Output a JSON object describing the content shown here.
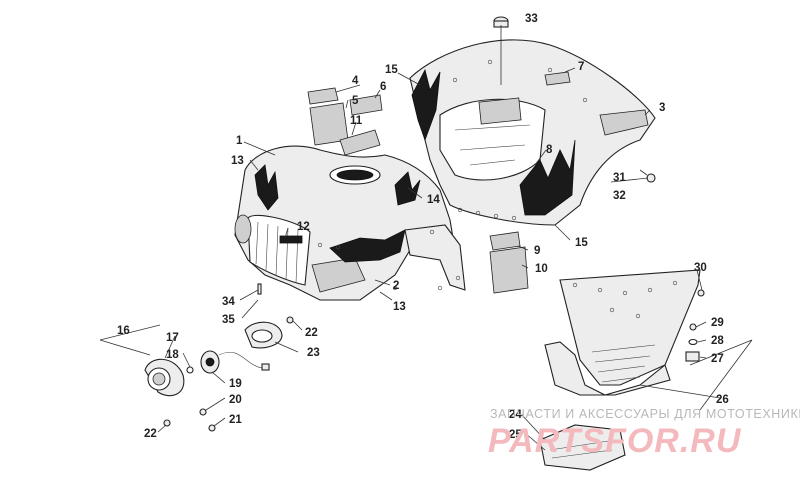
{
  "diagram": {
    "callouts": [
      {
        "id": "c33",
        "label": "33"
      },
      {
        "id": "c7",
        "label": "7"
      },
      {
        "id": "c15a",
        "label": "15"
      },
      {
        "id": "c4",
        "label": "4"
      },
      {
        "id": "c5",
        "label": "5"
      },
      {
        "id": "c6",
        "label": "6"
      },
      {
        "id": "c3",
        "label": "3"
      },
      {
        "id": "c11",
        "label": "11"
      },
      {
        "id": "c1",
        "label": "1"
      },
      {
        "id": "c13a",
        "label": "13"
      },
      {
        "id": "c8",
        "label": "8"
      },
      {
        "id": "c31",
        "label": "31"
      },
      {
        "id": "c32",
        "label": "32"
      },
      {
        "id": "c14",
        "label": "14"
      },
      {
        "id": "c12",
        "label": "12"
      },
      {
        "id": "c15b",
        "label": "15"
      },
      {
        "id": "c9",
        "label": "9"
      },
      {
        "id": "c10",
        "label": "10"
      },
      {
        "id": "c30",
        "label": "30"
      },
      {
        "id": "c2",
        "label": "2"
      },
      {
        "id": "c13b",
        "label": "13"
      },
      {
        "id": "c34",
        "label": "34"
      },
      {
        "id": "c35",
        "label": "35"
      },
      {
        "id": "c29",
        "label": "29"
      },
      {
        "id": "c16",
        "label": "16"
      },
      {
        "id": "c22a",
        "label": "22"
      },
      {
        "id": "c28",
        "label": "28"
      },
      {
        "id": "c17",
        "label": "17"
      },
      {
        "id": "c23",
        "label": "23"
      },
      {
        "id": "c27",
        "label": "27"
      },
      {
        "id": "c18",
        "label": "18"
      },
      {
        "id": "c19",
        "label": "19"
      },
      {
        "id": "c26",
        "label": "26"
      },
      {
        "id": "c20",
        "label": "20"
      },
      {
        "id": "c24",
        "label": "24"
      },
      {
        "id": "c21",
        "label": "21"
      },
      {
        "id": "c25",
        "label": "25"
      },
      {
        "id": "c22b",
        "label": "22"
      }
    ]
  },
  "watermark": {
    "caption": "ЗАПЧАСТИ И АКСЕССУАРЫ ДЛЯ МОТОТЕХНИКИ",
    "logo": "PARTSFOR.RU"
  },
  "colors": {
    "line": "#222222",
    "watermark_caption": "#b8b8b8",
    "watermark_logo": "#f3b9bd"
  }
}
